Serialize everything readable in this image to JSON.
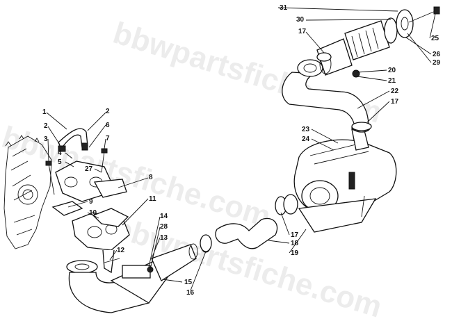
{
  "watermark": {
    "text": "bbwpartsfiche.com"
  },
  "colors": {
    "ink": "#111111",
    "paper": "#ffffff"
  },
  "callouts": [
    {
      "id": "c1",
      "label": "1"
    },
    {
      "id": "c2a",
      "label": "2"
    },
    {
      "id": "c2b",
      "label": "2"
    },
    {
      "id": "c3",
      "label": "3"
    },
    {
      "id": "c4",
      "label": "4"
    },
    {
      "id": "c5",
      "label": "5"
    },
    {
      "id": "c6",
      "label": "6"
    },
    {
      "id": "c7",
      "label": "7"
    },
    {
      "id": "c8",
      "label": "8"
    },
    {
      "id": "c9",
      "label": "9"
    },
    {
      "id": "c10",
      "label": "10"
    },
    {
      "id": "c11",
      "label": "11"
    },
    {
      "id": "c12",
      "label": "12"
    },
    {
      "id": "c13",
      "label": "13"
    },
    {
      "id": "c14",
      "label": "14"
    },
    {
      "id": "c15",
      "label": "15"
    },
    {
      "id": "c16",
      "label": "16"
    },
    {
      "id": "c17a",
      "label": "17"
    },
    {
      "id": "c17b",
      "label": "17"
    },
    {
      "id": "c17c",
      "label": "17"
    },
    {
      "id": "c18",
      "label": "18"
    },
    {
      "id": "c19",
      "label": "19"
    },
    {
      "id": "c20",
      "label": "20"
    },
    {
      "id": "c21",
      "label": "21"
    },
    {
      "id": "c22",
      "label": "22"
    },
    {
      "id": "c23",
      "label": "23"
    },
    {
      "id": "c24",
      "label": "24"
    },
    {
      "id": "c25",
      "label": "25"
    },
    {
      "id": "c26",
      "label": "26"
    },
    {
      "id": "c27",
      "label": "27"
    },
    {
      "id": "c28",
      "label": "28"
    },
    {
      "id": "c29",
      "label": "29"
    },
    {
      "id": "c30",
      "label": "30"
    },
    {
      "id": "c31",
      "label": "31"
    }
  ]
}
